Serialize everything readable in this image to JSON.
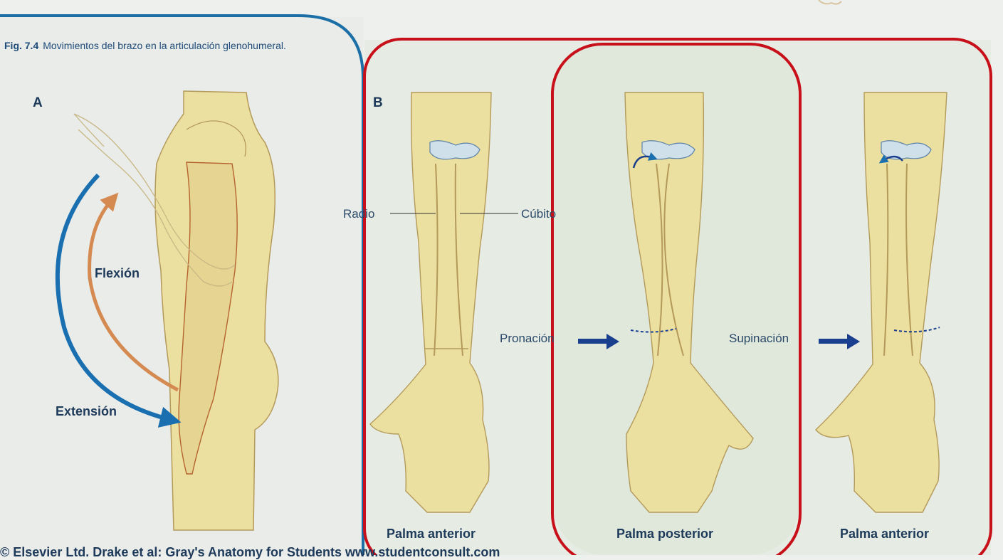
{
  "caption": {
    "fig_number": "Fig. 7.4",
    "text": "Movimientos del brazo en la articulación glenohumeral."
  },
  "panel_a": {
    "letter": "A",
    "flexion_label": "Flexión",
    "extension_label": "Extensión"
  },
  "panel_b": {
    "letter": "B",
    "radius_label": "Radio",
    "ulna_label": "Cúbito",
    "pronation_label": "Pronación",
    "supination_label": "Supinación",
    "palm_labels": [
      "Palma anterior",
      "Palma posterior",
      "Palma anterior"
    ]
  },
  "footer": "© Elsevier Ltd. Drake et al: Gray's Anatomy for Students www.studentconsult.com",
  "colors": {
    "skin": "#ece0a0",
    "bone": "#f1e7b6",
    "outline": "#b49a5a",
    "blue_arrow": "#1a6fb0",
    "orange_arrow": "#d48a50",
    "blue_frame": "#1c6fa6",
    "red_frame": "#c8101a",
    "navy_arrow": "#1a3f8f",
    "highlight_panel": "#dfe8da"
  }
}
